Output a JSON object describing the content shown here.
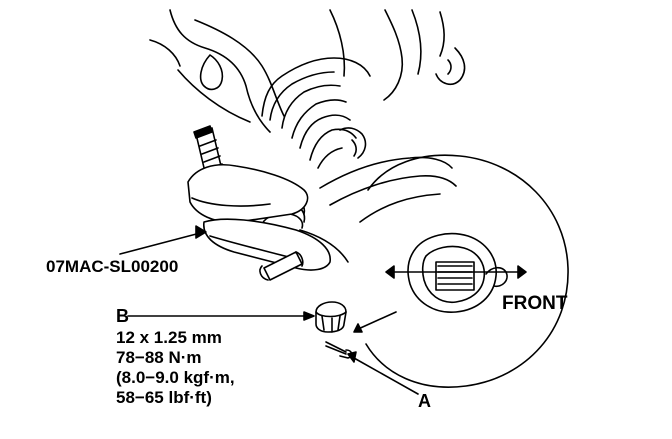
{
  "callouts": {
    "tool_number": "07MAC-SL00200",
    "part_b": "B",
    "part_a": "A",
    "front": "FRONT"
  },
  "spec_b": {
    "size": "12 x 1.25 mm",
    "torque_nm": "78−88 N·m",
    "torque_kgfm": "(8.0−9.0 kgf·m,",
    "torque_lbfft": "58−65 lbf·ft)"
  },
  "colors": {
    "ink": "#000000",
    "paper": "#ffffff"
  }
}
